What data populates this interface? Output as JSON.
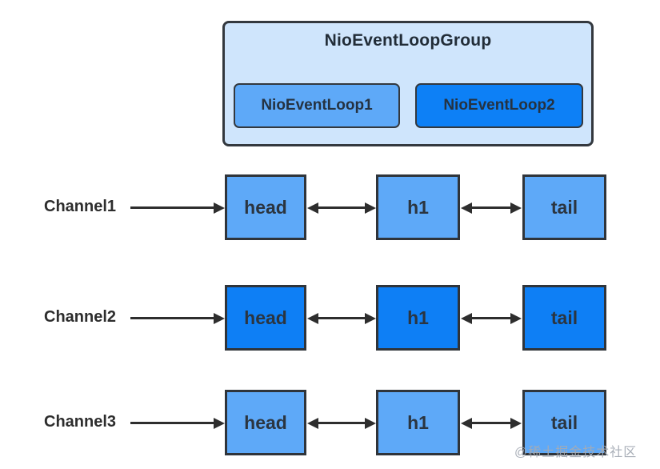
{
  "group": {
    "title": "NioEventLoopGroup",
    "fill": "#cfe5fc",
    "event_loops": [
      {
        "label": "NioEventLoop1",
        "fill": "#5ea9f8"
      },
      {
        "label": "NioEventLoop2",
        "fill": "#0d80f6"
      }
    ]
  },
  "channels": [
    {
      "label": "Channel1",
      "fill": "#5ea9f8",
      "nodes": [
        "head",
        "h1",
        "tail"
      ]
    },
    {
      "label": "Channel2",
      "fill": "#0e7ff5",
      "nodes": [
        "head",
        "h1",
        "tail"
      ]
    },
    {
      "label": "Channel3",
      "fill": "#5ea9f8",
      "nodes": [
        "head",
        "h1",
        "tail"
      ]
    }
  ],
  "colors": {
    "group_fill": "#cfe5fc",
    "light_blue": "#5ea9f8",
    "vivid_blue": "#0d80f6",
    "border": "#33383e",
    "arrow": "#2e2e2e",
    "box_text": "#2b3540",
    "label_text": "#2d2d2d",
    "background": "#ffffff"
  },
  "watermark": "@稀土掘金技术社区"
}
